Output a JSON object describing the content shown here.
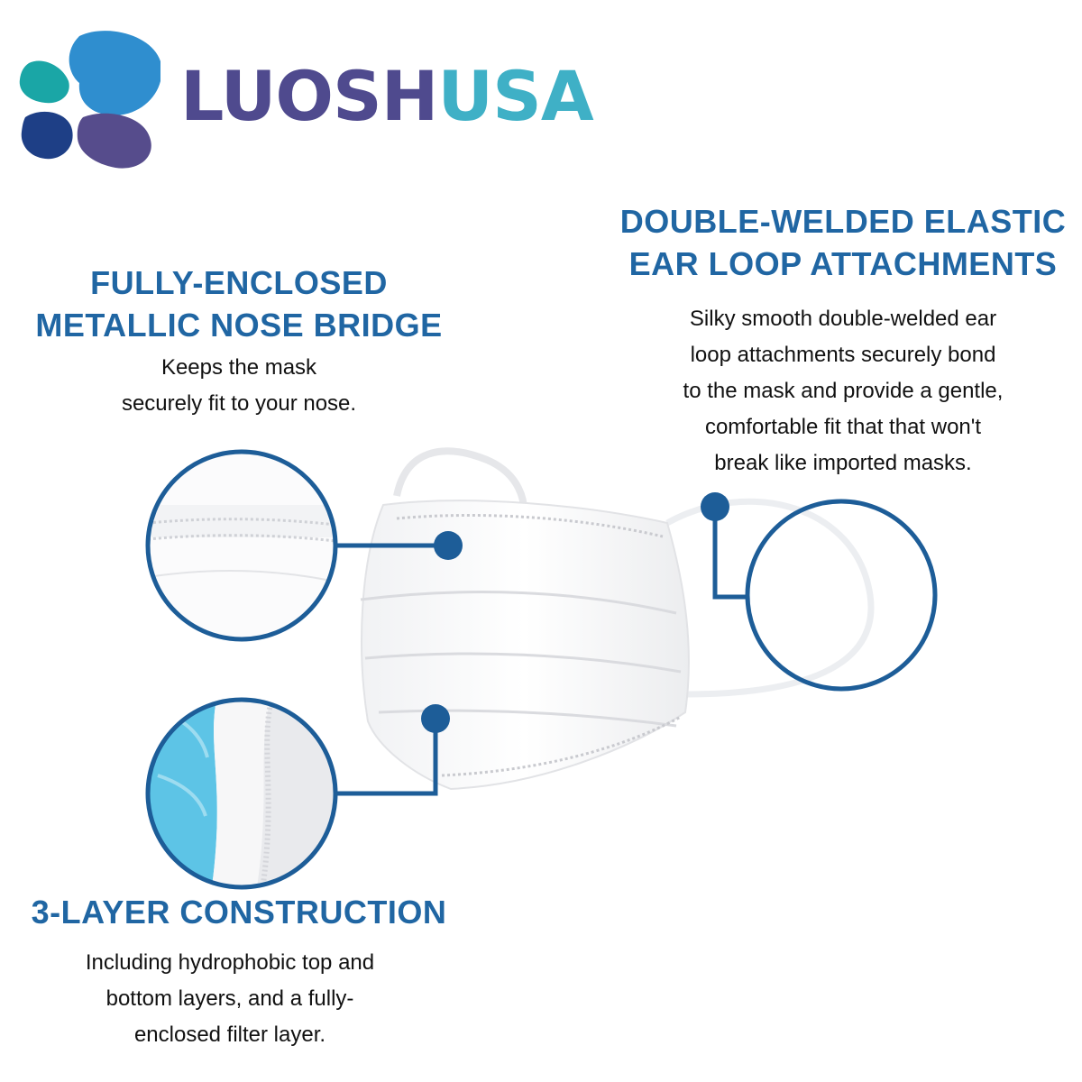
{
  "brand": {
    "name_part1": "LUOSH",
    "name_part2": "USA",
    "colors": {
      "primary_text": "#4f4a8e",
      "accent_text": "#3fb0c6",
      "petal_top": "#2f8ecf",
      "petal_left": "#1aa6a6",
      "petal_bottom_left": "#1e3f86",
      "petal_bottom_right": "#564c8c"
    }
  },
  "features": {
    "nose_bridge": {
      "title_line1": "FULLY-ENCLOSED",
      "title_line2": "METALLIC NOSE BRIDGE",
      "desc_line1": "Keeps the mask",
      "desc_line2": "securely fit to your nose."
    },
    "ear_loop": {
      "title_line1": "DOUBLE-WELDED ELASTIC",
      "title_line2": "EAR LOOP ATTACHMENTS",
      "desc_line1": "Silky smooth double-welded ear",
      "desc_line2": "loop attachments securely bond",
      "desc_line3": "to the mask and provide a gentle,",
      "desc_line4": "comfortable fit that that won't",
      "desc_line5": "break like imported masks."
    },
    "layers": {
      "title": "3-LAYER CONSTRUCTION",
      "desc_line1": "Including hydrophobic top and",
      "desc_line2": "bottom layers, and a fully-",
      "desc_line3": "enclosed filter layer."
    }
  },
  "colors": {
    "heading": "#2066a3",
    "callout": "#1d5d98",
    "body_text": "#111111"
  },
  "icons": [
    "logo-petals-icon",
    "face-mask-illustration",
    "callout-dot-icon"
  ]
}
